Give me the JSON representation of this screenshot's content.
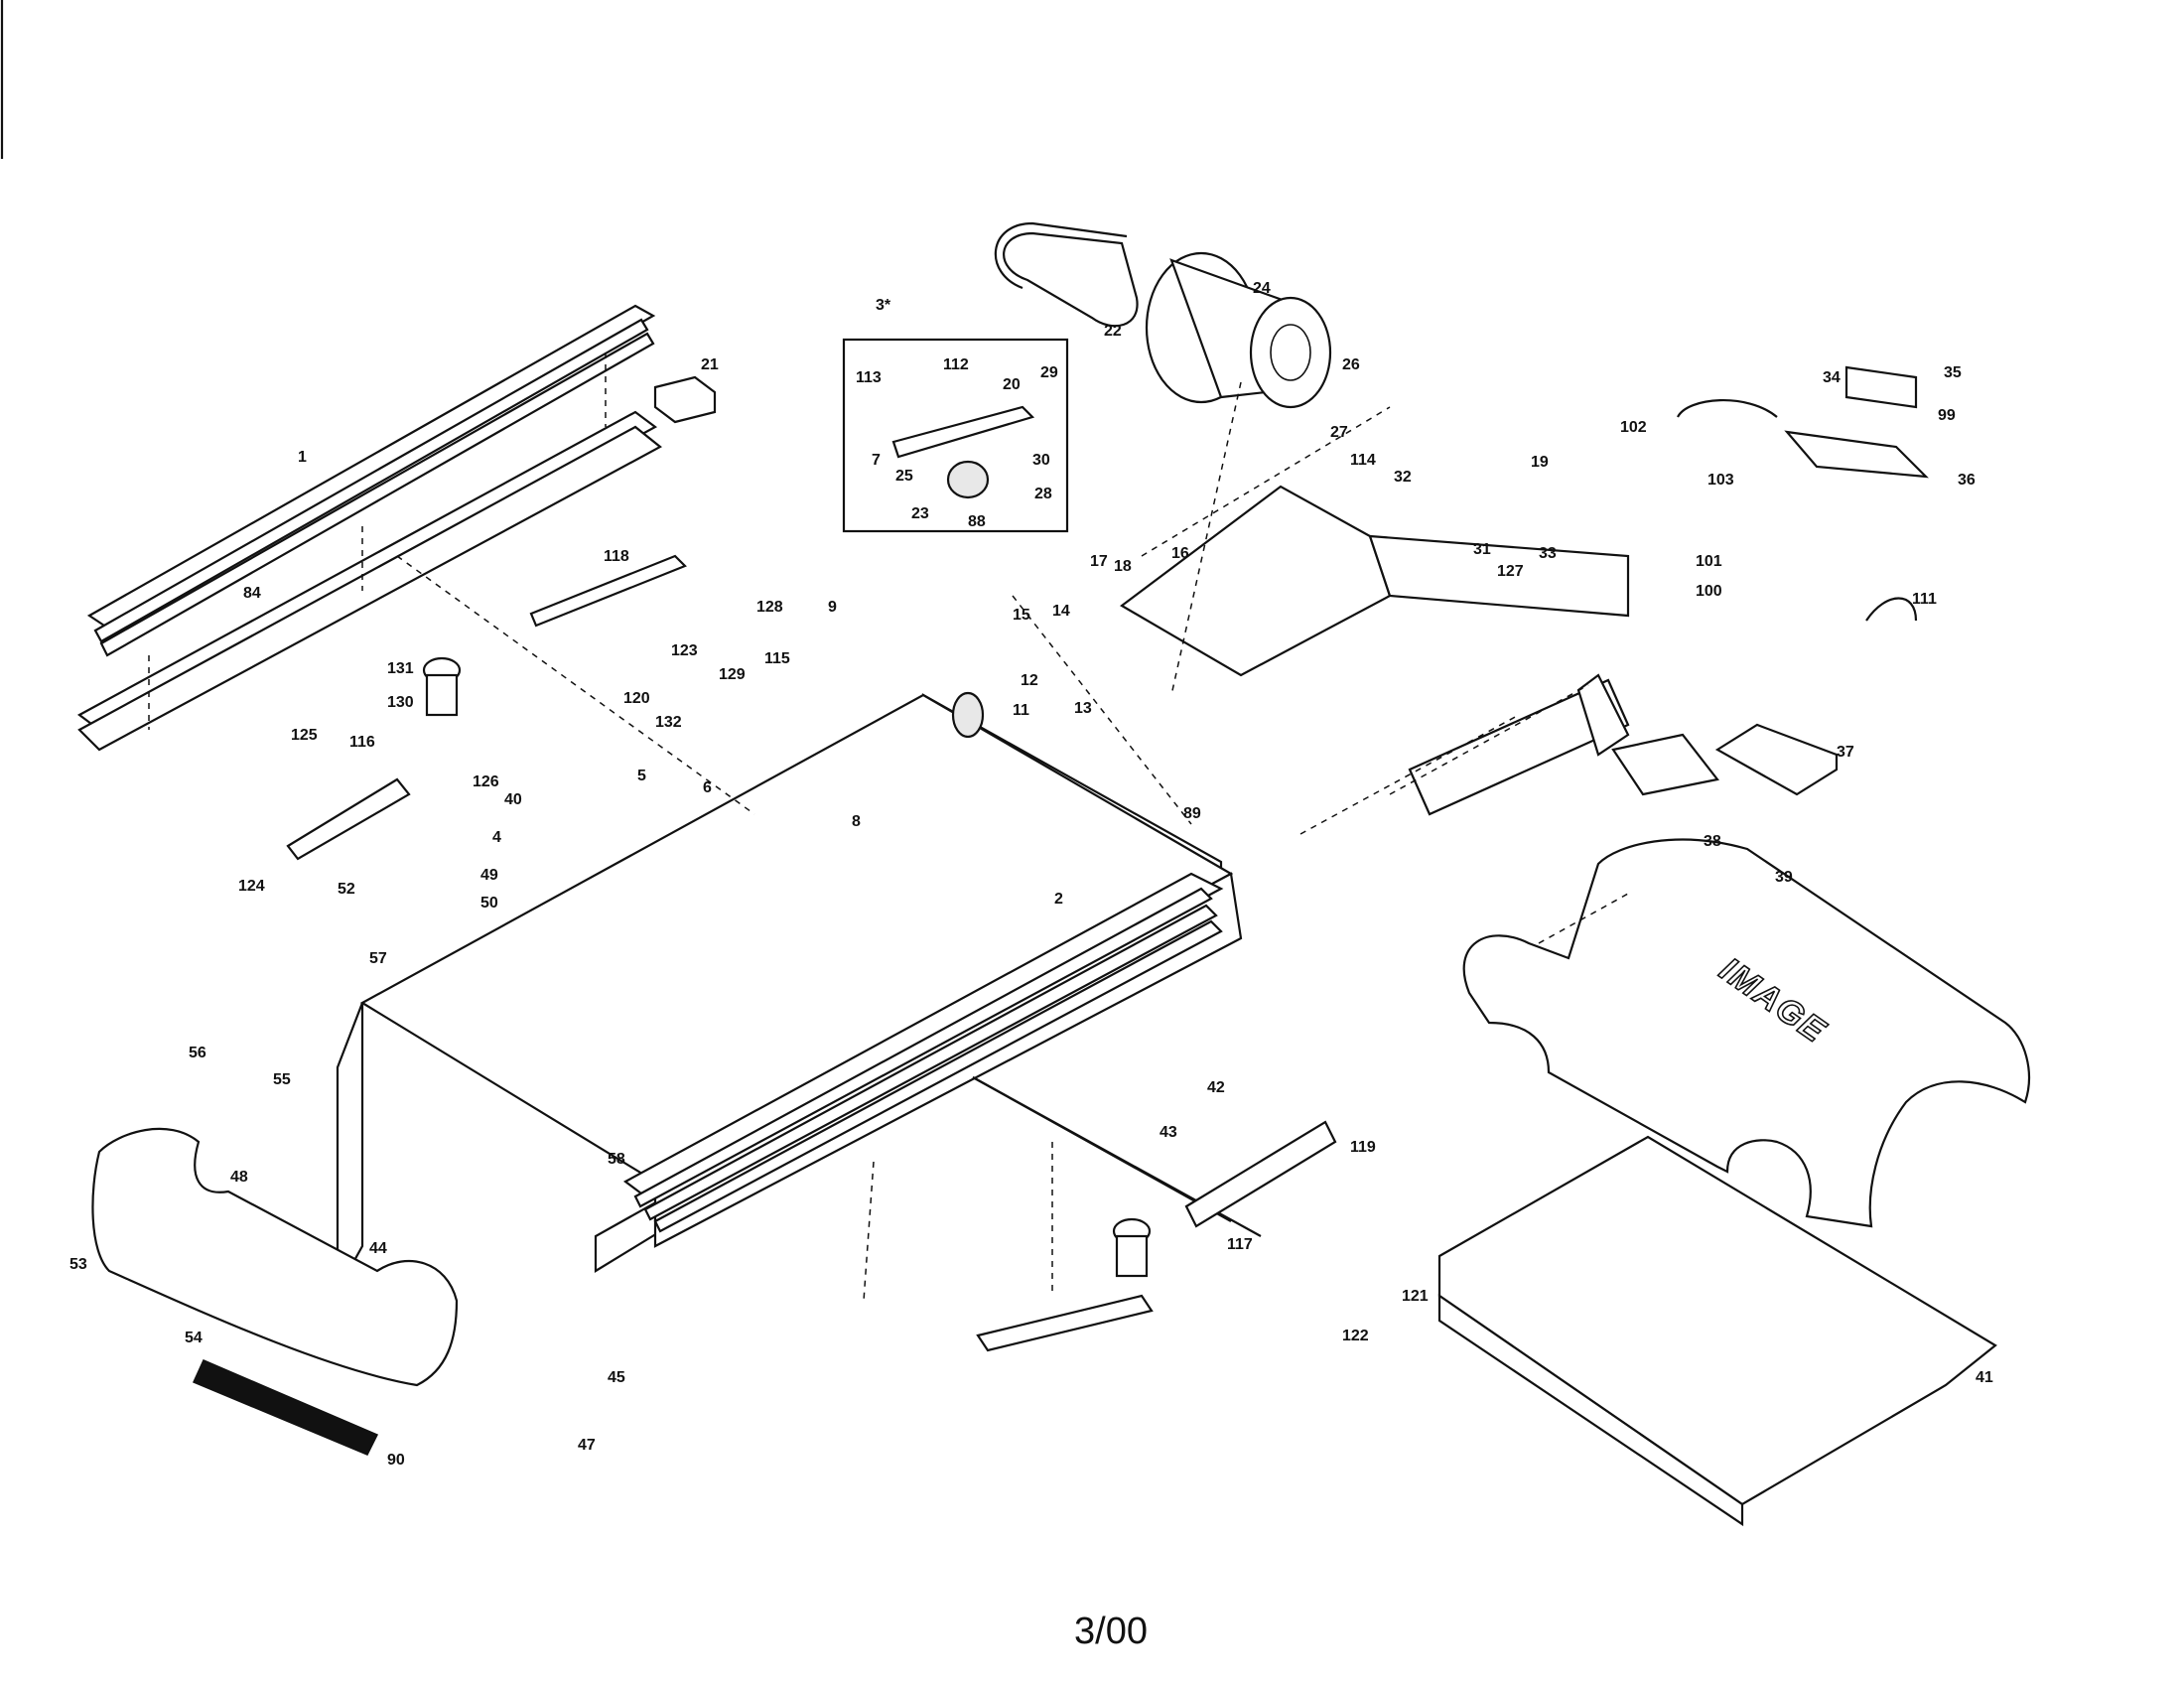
{
  "page_number": "3/00",
  "hood_logo": "IMAGE",
  "callouts": [
    "1",
    "84",
    "21",
    "118",
    "128",
    "123",
    "129",
    "120",
    "132",
    "131",
    "130",
    "125",
    "116",
    "126",
    "40",
    "5",
    "6",
    "8",
    "4",
    "49",
    "50",
    "124",
    "52",
    "3*",
    "113",
    "112",
    "20",
    "29",
    "7",
    "25",
    "30",
    "23",
    "88",
    "28",
    "22",
    "24",
    "26",
    "27",
    "114",
    "32",
    "31",
    "17",
    "16",
    "18",
    "14",
    "15",
    "13",
    "9",
    "115",
    "12",
    "11",
    "102",
    "103",
    "19",
    "33",
    "127",
    "101",
    "100",
    "34",
    "35",
    "99",
    "36",
    "111",
    "37",
    "38",
    "39",
    "89",
    "2",
    "57",
    "55",
    "56",
    "48",
    "53",
    "54",
    "45",
    "44",
    "58",
    "42",
    "43",
    "119",
    "117",
    "122",
    "121",
    "90",
    "47",
    "41"
  ]
}
